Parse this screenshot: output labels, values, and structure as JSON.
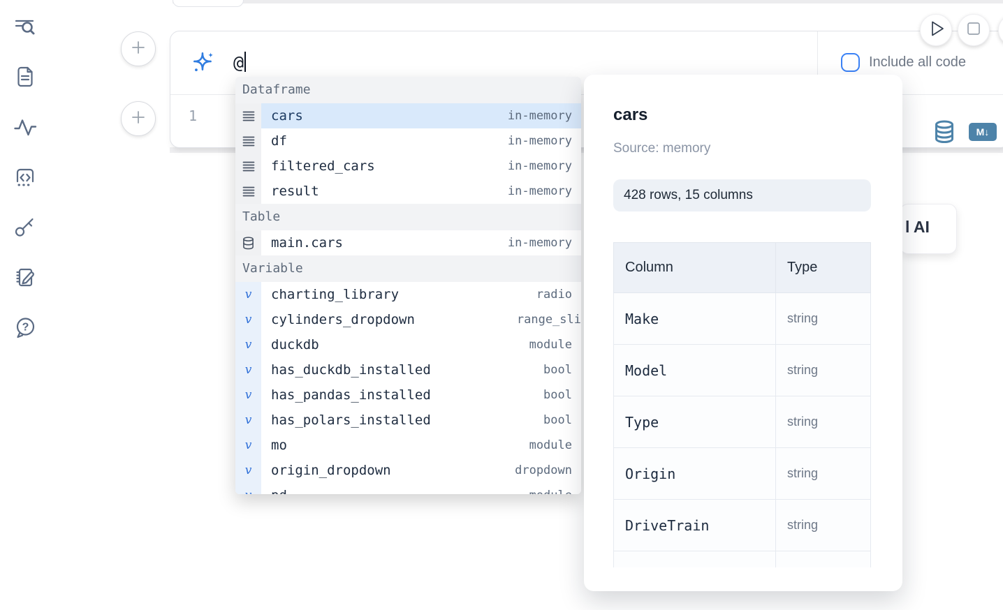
{
  "sidebar": {
    "items": [
      {
        "icon": "toc-search-icon"
      },
      {
        "icon": "document-icon"
      },
      {
        "icon": "activity-icon"
      },
      {
        "icon": "snippets-icon"
      },
      {
        "icon": "key-icon"
      },
      {
        "icon": "scratchpad-icon"
      },
      {
        "icon": "help-icon"
      }
    ]
  },
  "run_controls": {
    "icons": [
      "play-icon",
      "stop-icon",
      "partial-circle-icon"
    ]
  },
  "prompt_cell": {
    "ai_input_value": "@",
    "include_all_code_label": "Include all code",
    "code_line_number": "1",
    "markdown_badge": "M↓",
    "toolbar_icons": [
      "database-icon",
      "markdown-icon"
    ]
  },
  "autocomplete": {
    "sections": [
      {
        "label": "Dataframe",
        "items": [
          {
            "name": "cars",
            "type": "in-memory",
            "icon": "dataframe-icon",
            "selected": true
          },
          {
            "name": "df",
            "type": "in-memory",
            "icon": "dataframe-icon"
          },
          {
            "name": "filtered_cars",
            "type": "in-memory",
            "icon": "dataframe-icon"
          },
          {
            "name": "result",
            "type": "in-memory",
            "icon": "dataframe-icon"
          }
        ]
      },
      {
        "label": "Table",
        "items": [
          {
            "name": "main.cars",
            "type": "in-memory",
            "icon": "database-small-icon"
          }
        ]
      },
      {
        "label": "Variable",
        "items": [
          {
            "name": "charting_library",
            "type": "radio",
            "icon": "variable-icon"
          },
          {
            "name": "cylinders_dropdown",
            "type": "range_sli",
            "icon": "variable-icon",
            "clipped": true
          },
          {
            "name": "duckdb",
            "type": "module",
            "icon": "variable-icon"
          },
          {
            "name": "has_duckdb_installed",
            "type": "bool",
            "icon": "variable-icon"
          },
          {
            "name": "has_pandas_installed",
            "type": "bool",
            "icon": "variable-icon"
          },
          {
            "name": "has_polars_installed",
            "type": "bool",
            "icon": "variable-icon"
          },
          {
            "name": "mo",
            "type": "module",
            "icon": "variable-icon"
          },
          {
            "name": "origin_dropdown",
            "type": "dropdown",
            "icon": "variable-icon"
          },
          {
            "name": "pd",
            "type": "module",
            "icon": "variable-icon"
          }
        ]
      }
    ]
  },
  "preview": {
    "title": "cars",
    "source": "Source: memory",
    "shape": "428 rows, 15 columns",
    "table": {
      "headers": [
        "Column",
        "Type"
      ],
      "rows": [
        [
          "Make",
          "string"
        ],
        [
          "Model",
          "string"
        ],
        [
          "Type",
          "string"
        ],
        [
          "Origin",
          "string"
        ],
        [
          "DriveTrain",
          "string"
        ]
      ]
    }
  },
  "ai_generate_button": {
    "visible_label": "l AI"
  },
  "colors": {
    "accent_blue": "#3b82f6",
    "steel_blue": "#4d83a9",
    "selected_row_bg": "#d9e9fb",
    "sidebar_icon": "#5b6b84"
  }
}
